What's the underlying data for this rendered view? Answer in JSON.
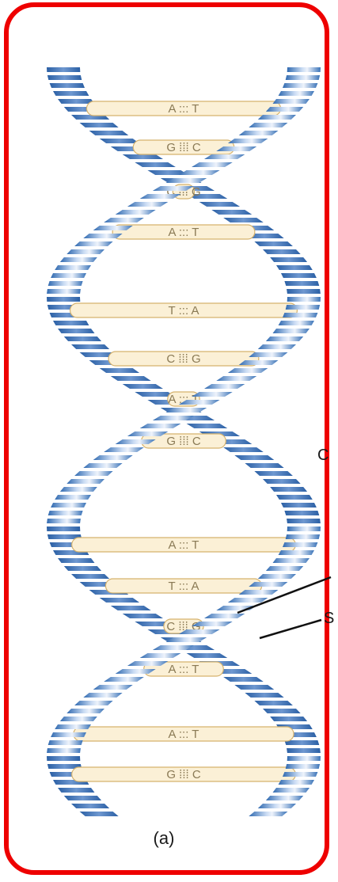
{
  "figure": {
    "panel_label": "(a)",
    "callouts": [
      "C",
      "S"
    ],
    "colors": {
      "frame": "#ee0000",
      "backbone_dark": "#2f69b0",
      "backbone_light": "#e6eefa",
      "base_fill": "#fbf0d6",
      "base_stroke": "#d5b26d",
      "label_text": "#8a7a55"
    },
    "base_pairs": [
      {
        "left": "A",
        "bond": ":::",
        "right": "T"
      },
      {
        "left": "G",
        "bond": "⁞⁞⁞",
        "right": "C"
      },
      {
        "left": "C",
        "bond": "⁞⁞⁞",
        "right": "G"
      },
      {
        "left": "A",
        "bond": ":::",
        "right": "T"
      },
      {
        "left": "T",
        "bond": ":::",
        "right": "A"
      },
      {
        "left": "C",
        "bond": "⁞⁞⁞",
        "right": "G"
      },
      {
        "left": "A",
        "bond": ":::",
        "right": "T"
      },
      {
        "left": "G",
        "bond": "⁞⁞⁞",
        "right": "C"
      },
      {
        "left": "A",
        "bond": ":::",
        "right": "T"
      },
      {
        "left": "T",
        "bond": ":::",
        "right": "A"
      },
      {
        "left": "C",
        "bond": "⁞⁞⁞",
        "right": "G"
      },
      {
        "left": "A",
        "bond": ":::",
        "right": "T"
      },
      {
        "left": "A",
        "bond": ":::",
        "right": "T"
      },
      {
        "left": "G",
        "bond": "⁞⁞⁞",
        "right": "C"
      }
    ]
  }
}
